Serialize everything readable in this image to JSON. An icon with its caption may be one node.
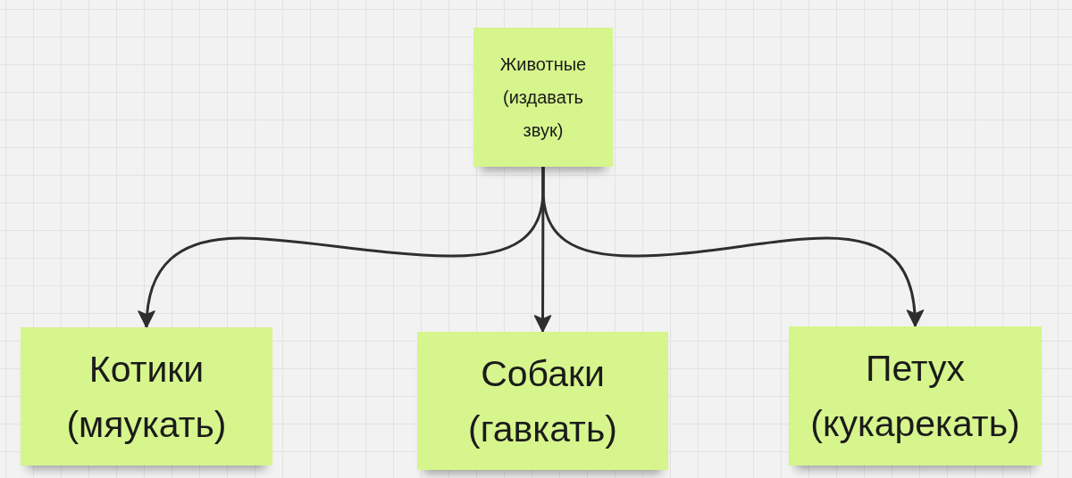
{
  "diagram": {
    "nodes": [
      {
        "text": [
          "Животные (издавать звук)"
        ]
      },
      {
        "text": [
          "Котики (мяукать)"
        ]
      },
      {
        "text": [
          "Собаки (гавкать)"
        ]
      },
      {
        "text": [
          "Петух (кукарекать)"
        ]
      }
    ],
    "edges": [
      {
        "from": 0,
        "to": 1,
        "arrow": "to"
      },
      {
        "from": 0,
        "to": 2,
        "arrow": "to"
      },
      {
        "from": 0,
        "to": 3,
        "arrow": "to"
      }
    ]
  }
}
